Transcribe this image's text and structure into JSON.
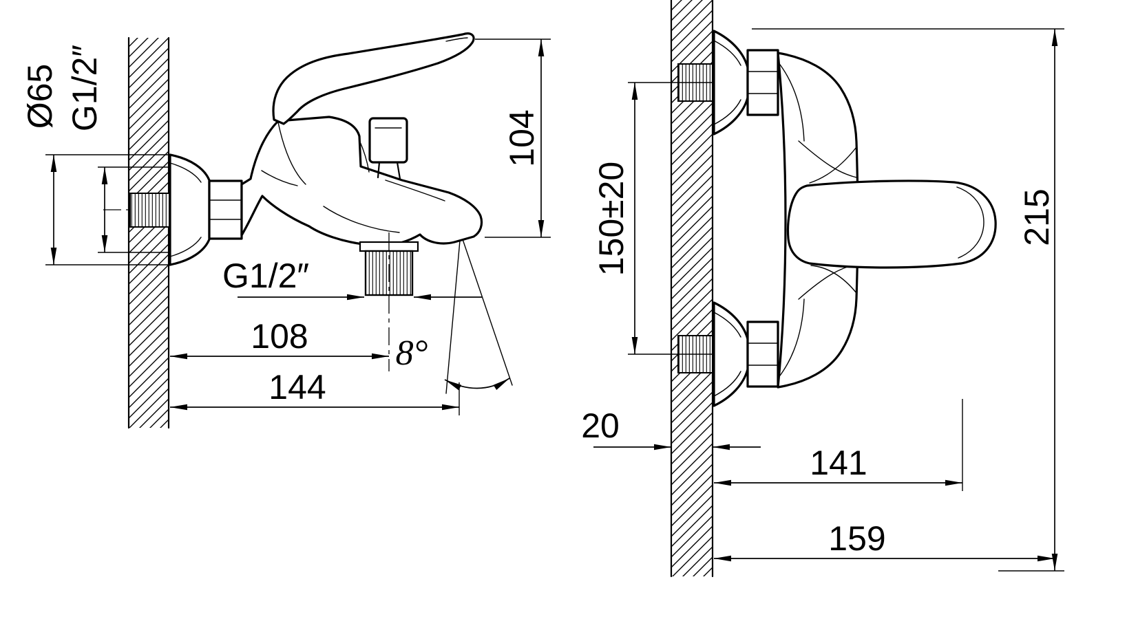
{
  "drawing": {
    "left_view": {
      "diameter_label": "Ø65",
      "inlet_thread_label": "G1/2″",
      "height_label": "104",
      "outlet_thread_label": "G1/2″",
      "offset_label": "108",
      "angle_label": "8°",
      "width_label": "144"
    },
    "right_view": {
      "inlet_distance_label": "150±20",
      "height_label": "215",
      "wall_thickness_label": "20",
      "depth_label": "141",
      "overall_depth_label": "159"
    }
  }
}
